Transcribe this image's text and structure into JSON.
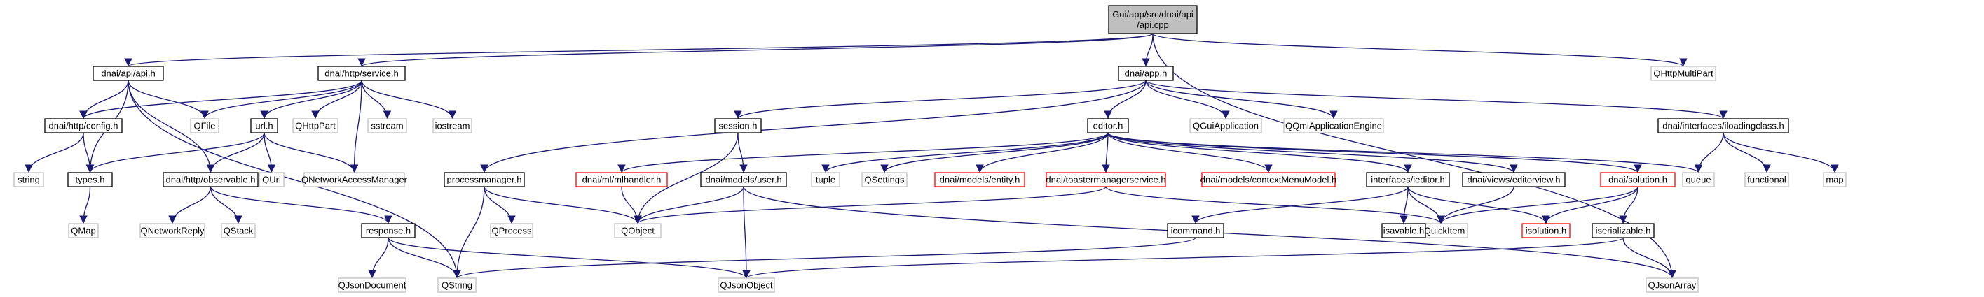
{
  "graph": {
    "edge_color": "#191970",
    "nodes": [
      {
        "id": "root",
        "lines": [
          "Gui/app/src/dnai/api",
          "/api.cpp"
        ],
        "style": "root"
      },
      {
        "id": "api_h",
        "lines": [
          "dnai/api/api.h"
        ],
        "style": "normal"
      },
      {
        "id": "service_h",
        "lines": [
          "dnai/http/service.h"
        ],
        "style": "normal"
      },
      {
        "id": "app_h",
        "lines": [
          "dnai/app.h"
        ],
        "style": "normal"
      },
      {
        "id": "QHttpMultiPart",
        "lines": [
          "QHttpMultiPart"
        ],
        "style": "ext"
      },
      {
        "id": "config_h",
        "lines": [
          "dnai/http/config.h"
        ],
        "style": "normal"
      },
      {
        "id": "QFile",
        "lines": [
          "QFile"
        ],
        "style": "ext"
      },
      {
        "id": "url_h",
        "lines": [
          "url.h"
        ],
        "style": "normal"
      },
      {
        "id": "QHttpPart",
        "lines": [
          "QHttpPart"
        ],
        "style": "ext"
      },
      {
        "id": "sstream",
        "lines": [
          "sstream"
        ],
        "style": "ext"
      },
      {
        "id": "iostream",
        "lines": [
          "iostream"
        ],
        "style": "ext"
      },
      {
        "id": "session_h",
        "lines": [
          "session.h"
        ],
        "style": "normal"
      },
      {
        "id": "editor_h",
        "lines": [
          "editor.h"
        ],
        "style": "normal"
      },
      {
        "id": "QGuiApplication",
        "lines": [
          "QGuiApplication"
        ],
        "style": "ext"
      },
      {
        "id": "QQmlApplicationEngine",
        "lines": [
          "QQmlApplicationEngine"
        ],
        "style": "ext"
      },
      {
        "id": "iloadingclass_h",
        "lines": [
          "dnai/interfaces/iloadingclass.h"
        ],
        "style": "normal"
      },
      {
        "id": "string",
        "lines": [
          "string"
        ],
        "style": "ext"
      },
      {
        "id": "types_h",
        "lines": [
          "types.h"
        ],
        "style": "normal"
      },
      {
        "id": "observable_h",
        "lines": [
          "dnai/http/observable.h"
        ],
        "style": "normal"
      },
      {
        "id": "QUrl",
        "lines": [
          "QUrl"
        ],
        "style": "ext"
      },
      {
        "id": "QNetworkAccessManager",
        "lines": [
          "QNetworkAccessManager"
        ],
        "style": "ext"
      },
      {
        "id": "processmanager_h",
        "lines": [
          "processmanager.h"
        ],
        "style": "normal"
      },
      {
        "id": "mlhandler_h",
        "lines": [
          "dnai/ml/mlhandler.h"
        ],
        "style": "red"
      },
      {
        "id": "user_h",
        "lines": [
          "dnai/models/user.h"
        ],
        "style": "normal"
      },
      {
        "id": "tuple",
        "lines": [
          "tuple"
        ],
        "style": "ext"
      },
      {
        "id": "QSettings",
        "lines": [
          "QSettings"
        ],
        "style": "ext"
      },
      {
        "id": "entity_h",
        "lines": [
          "dnai/models/entity.h"
        ],
        "style": "red"
      },
      {
        "id": "toastermanagerservice_h",
        "lines": [
          "dnai/toastermanagerservice.h"
        ],
        "style": "red"
      },
      {
        "id": "contextMenuModel_h",
        "lines": [
          "dnai/models/contextMenuModel.h"
        ],
        "style": "red"
      },
      {
        "id": "ieditor_h",
        "lines": [
          "interfaces/ieditor.h"
        ],
        "style": "normal"
      },
      {
        "id": "editorview_h",
        "lines": [
          "dnai/views/editorview.h"
        ],
        "style": "normal"
      },
      {
        "id": "solution_h",
        "lines": [
          "dnai/solution.h"
        ],
        "style": "red"
      },
      {
        "id": "queue",
        "lines": [
          "queue"
        ],
        "style": "ext"
      },
      {
        "id": "functional",
        "lines": [
          "functional"
        ],
        "style": "ext"
      },
      {
        "id": "map",
        "lines": [
          "map"
        ],
        "style": "ext"
      },
      {
        "id": "QMap",
        "lines": [
          "QMap"
        ],
        "style": "ext"
      },
      {
        "id": "QNetworkReply",
        "lines": [
          "QNetworkReply"
        ],
        "style": "ext"
      },
      {
        "id": "QStack",
        "lines": [
          "QStack"
        ],
        "style": "ext"
      },
      {
        "id": "response_h",
        "lines": [
          "response.h"
        ],
        "style": "normal"
      },
      {
        "id": "QProcess",
        "lines": [
          "QProcess"
        ],
        "style": "ext"
      },
      {
        "id": "QObject",
        "lines": [
          "QObject"
        ],
        "style": "ext"
      },
      {
        "id": "QQuickItem",
        "lines": [
          "QQuickItem"
        ],
        "style": "ext"
      },
      {
        "id": "icommand_h",
        "lines": [
          "icommand.h"
        ],
        "style": "normal"
      },
      {
        "id": "isavable_h",
        "lines": [
          "isavable.h"
        ],
        "style": "normal"
      },
      {
        "id": "isolution_h",
        "lines": [
          "isolution.h"
        ],
        "style": "red"
      },
      {
        "id": "iserializable_h",
        "lines": [
          "iserializable.h"
        ],
        "style": "normal"
      },
      {
        "id": "QJsonDocument",
        "lines": [
          "QJsonDocument"
        ],
        "style": "ext"
      },
      {
        "id": "QString",
        "lines": [
          "QString"
        ],
        "style": "ext"
      },
      {
        "id": "QJsonObject",
        "lines": [
          "QJsonObject"
        ],
        "style": "ext"
      },
      {
        "id": "QJsonArray",
        "lines": [
          "QJsonArray"
        ],
        "style": "ext"
      }
    ],
    "edges": [
      [
        "root",
        "api_h"
      ],
      [
        "root",
        "service_h"
      ],
      [
        "root",
        "app_h"
      ],
      [
        "root",
        "QHttpMultiPart"
      ],
      [
        "root",
        "QJsonArray"
      ],
      [
        "api_h",
        "config_h"
      ],
      [
        "api_h",
        "QFile"
      ],
      [
        "api_h",
        "types_h"
      ],
      [
        "api_h",
        "observable_h"
      ],
      [
        "api_h",
        "QString"
      ],
      [
        "service_h",
        "config_h"
      ],
      [
        "service_h",
        "QFile"
      ],
      [
        "service_h",
        "url_h"
      ],
      [
        "service_h",
        "QHttpPart"
      ],
      [
        "service_h",
        "sstream"
      ],
      [
        "service_h",
        "iostream"
      ],
      [
        "service_h",
        "QNetworkAccessManager"
      ],
      [
        "app_h",
        "session_h"
      ],
      [
        "app_h",
        "editor_h"
      ],
      [
        "app_h",
        "QGuiApplication"
      ],
      [
        "app_h",
        "QQmlApplicationEngine"
      ],
      [
        "app_h",
        "iloadingclass_h"
      ],
      [
        "app_h",
        "processmanager_h"
      ],
      [
        "config_h",
        "string"
      ],
      [
        "config_h",
        "types_h"
      ],
      [
        "url_h",
        "types_h"
      ],
      [
        "url_h",
        "observable_h"
      ],
      [
        "url_h",
        "QUrl"
      ],
      [
        "url_h",
        "QNetworkAccessManager"
      ],
      [
        "types_h",
        "QMap"
      ],
      [
        "observable_h",
        "QNetworkReply"
      ],
      [
        "observable_h",
        "QStack"
      ],
      [
        "observable_h",
        "response_h"
      ],
      [
        "response_h",
        "QJsonDocument"
      ],
      [
        "response_h",
        "QString"
      ],
      [
        "response_h",
        "QJsonObject"
      ],
      [
        "session_h",
        "user_h"
      ],
      [
        "session_h",
        "QObject"
      ],
      [
        "user_h",
        "QObject"
      ],
      [
        "user_h",
        "QJsonObject"
      ],
      [
        "user_h",
        "QJsonArray"
      ],
      [
        "editor_h",
        "mlhandler_h"
      ],
      [
        "editor_h",
        "tuple"
      ],
      [
        "editor_h",
        "QSettings"
      ],
      [
        "editor_h",
        "entity_h"
      ],
      [
        "editor_h",
        "toastermanagerservice_h"
      ],
      [
        "editor_h",
        "contextMenuModel_h"
      ],
      [
        "editor_h",
        "ieditor_h"
      ],
      [
        "editor_h",
        "editorview_h"
      ],
      [
        "editor_h",
        "solution_h"
      ],
      [
        "editor_h",
        "queue"
      ],
      [
        "mlhandler_h",
        "QObject"
      ],
      [
        "toastermanagerservice_h",
        "QObject"
      ],
      [
        "toastermanagerservice_h",
        "QQuickItem"
      ],
      [
        "ieditor_h",
        "icommand_h"
      ],
      [
        "ieditor_h",
        "isavable_h"
      ],
      [
        "ieditor_h",
        "QQuickItem"
      ],
      [
        "ieditor_h",
        "isolution_h"
      ],
      [
        "editorview_h",
        "QQuickItem"
      ],
      [
        "solution_h",
        "QQuickItem"
      ],
      [
        "solution_h",
        "isolution_h"
      ],
      [
        "solution_h",
        "iserializable_h"
      ],
      [
        "icommand_h",
        "QString"
      ],
      [
        "iserializable_h",
        "QJsonObject"
      ],
      [
        "iserializable_h",
        "QJsonArray"
      ],
      [
        "iloadingclass_h",
        "queue"
      ],
      [
        "iloadingclass_h",
        "functional"
      ],
      [
        "iloadingclass_h",
        "map"
      ],
      [
        "processmanager_h",
        "QProcess"
      ],
      [
        "processmanager_h",
        "QString"
      ],
      [
        "processmanager_h",
        "QObject"
      ]
    ]
  }
}
